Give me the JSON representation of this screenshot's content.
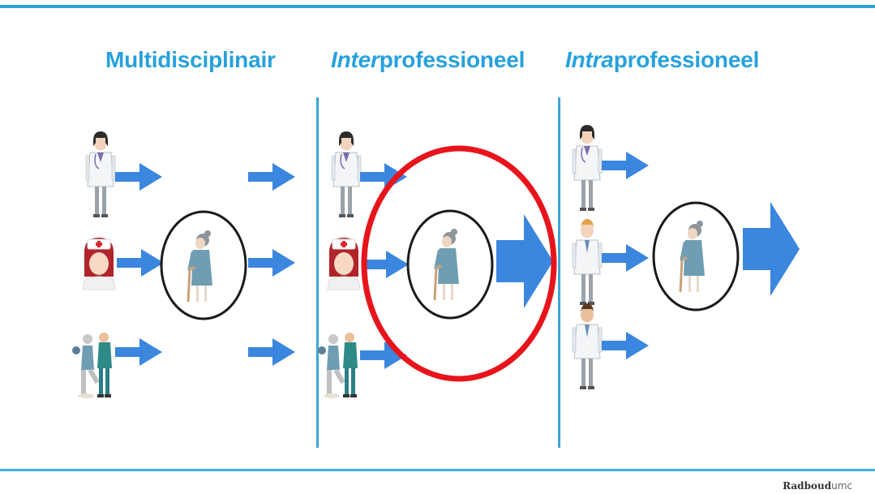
{
  "columns": [
    {
      "id": "multi",
      "text_plain": "Multidisciplinair"
    },
    {
      "id": "inter",
      "text_italic": "Inter",
      "text_rest": "professioneel"
    },
    {
      "id": "intra",
      "text_italic": "Intra",
      "text_rest": "professioneel"
    }
  ],
  "brand": {
    "name": "Radboud",
    "suffix": "umc"
  },
  "colors": {
    "title": "#27a1dc",
    "arrow": "#3b86de",
    "divider": "#3fa5d8",
    "highlight": "#e8141b",
    "patient": "#6f9db4"
  },
  "icons": [
    "doctor-icon",
    "nurse-icon",
    "physiotherapist-icon",
    "patient-icon",
    "arrow-icon"
  ]
}
